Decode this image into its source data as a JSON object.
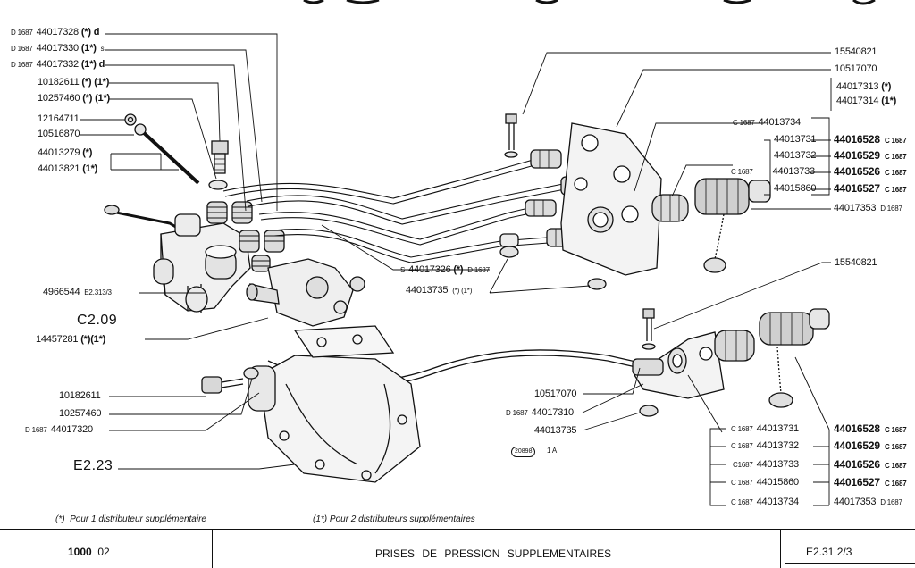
{
  "labels_left": [
    {
      "prefix": "D 1687",
      "code": "44017328",
      "mark": "(*)",
      "suffix": "d"
    },
    {
      "prefix": "D 1687",
      "code": "44017330",
      "mark": "(1*)",
      "suffix": "s"
    },
    {
      "prefix": "D 1687",
      "code": "44017332",
      "mark": "(1*)",
      "suffix": "d"
    },
    {
      "code": "10182611",
      "mark": "(*) (1*)"
    },
    {
      "code": "10257460",
      "mark": "(*) (1*)"
    },
    {
      "code": "12164711"
    },
    {
      "code": "10516870"
    },
    {
      "code": "44013279",
      "mark": "(*)"
    },
    {
      "code": "44013821",
      "mark": "(1*)"
    },
    {
      "code": "4966544",
      "suffix": "E2.313/3"
    },
    {
      "code": "C2.09"
    },
    {
      "code": "14457281",
      "mark": "(*)(1*)"
    },
    {
      "code": "10182611"
    },
    {
      "code": "10257460"
    },
    {
      "prefix": "D 1687",
      "code": "44017320"
    },
    {
      "code": "E2.23"
    }
  ],
  "labels_upper_right": [
    {
      "code": "15540821"
    },
    {
      "code": "10517070"
    },
    {
      "code": "44017313",
      "mark": "(*)"
    },
    {
      "code": "44017314",
      "mark": "(1*)"
    },
    {
      "prefix": "C 1687",
      "code": "44013734"
    },
    {
      "code": "44013731"
    },
    {
      "code": "44013732"
    },
    {
      "prefix": "C 1687",
      "code": "44013733"
    },
    {
      "code": "44015860"
    },
    {
      "code": "44016528",
      "suffix": "C 1687"
    },
    {
      "code": "44016529",
      "suffix": "C 1687"
    },
    {
      "code": "44016526",
      "suffix": "C 1687"
    },
    {
      "code": "44016527",
      "suffix": "C 1687"
    },
    {
      "code": "44017353",
      "suffix": "D 1687"
    },
    {
      "prefix": "S",
      "code": "44017326",
      "mark": "(*)",
      "suffix": "D 1687"
    },
    {
      "code": "44013735",
      "mark": "(*) (1*)"
    },
    {
      "code": "15540821"
    }
  ],
  "labels_lower_right": [
    {
      "code": "10517070"
    },
    {
      "prefix": "D 1687",
      "code": "44017310"
    },
    {
      "code": "44013735"
    },
    {
      "prefix": "C 1687",
      "code": "44013731"
    },
    {
      "prefix": "C 1687",
      "code": "44013732"
    },
    {
      "prefix": "C1687",
      "code": "44013733"
    },
    {
      "prefix": "C 1687",
      "code": "44015860"
    },
    {
      "prefix": "C 1687",
      "code": "44013734"
    },
    {
      "code": "44016528",
      "suffix": "C 1687"
    },
    {
      "code": "44016529",
      "suffix": "C 1687"
    },
    {
      "code": "44016526",
      "suffix": "C 1687"
    },
    {
      "code": "44016527",
      "suffix": "C 1687"
    },
    {
      "code": "44017353",
      "suffix": "D 1687"
    }
  ],
  "stamp": {
    "code": "20898",
    "ref": "1 A"
  },
  "footnotes": {
    "note1_mark": "(*)",
    "note1_text": "Pour 1 distributeur supplémentaire",
    "note2_mark": "(1*)",
    "note2_text": "Pour 2 distributeurs supplémentaires"
  },
  "title_block": {
    "model": "1000",
    "model_code": "02",
    "title": "PRISES DE PRESSION SUPPLEMENTAIRES",
    "page_ref": "E2.31",
    "page_num": "2/3"
  }
}
